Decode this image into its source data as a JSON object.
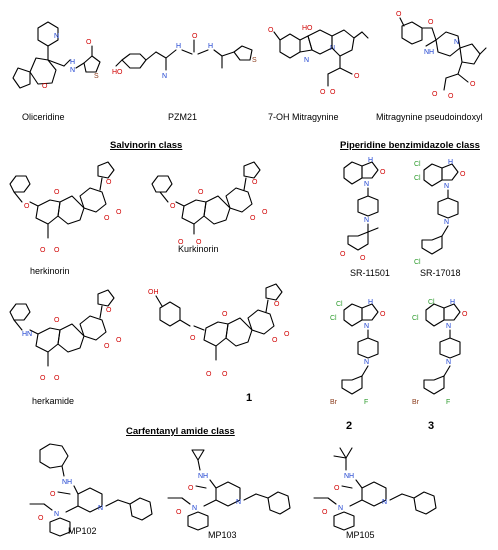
{
  "top_row": {
    "oliceridine": "Oliceridine",
    "pzm21": "PZM21",
    "oh_mitragynine": "7-OH Mitragynine",
    "mitragynine_pseudo": "Mitragynine pseudoindoxyl"
  },
  "classes": {
    "salvinorin": "Salvinorin class",
    "piperidine": "Piperidine benzimidazole class",
    "carfentanyl": "Carfentanyl amide class"
  },
  "salvinorin": {
    "herkinorin": "herkinorin",
    "kurkinorin": "Kurkinorin",
    "herkamide": "herkamide",
    "compound1": "1"
  },
  "piperidine": {
    "sr11501": "SR-11501",
    "sr17018": "SR-17018",
    "compound2": "2",
    "compound3": "3"
  },
  "carfentanyl": {
    "mp102": "MP102",
    "mp103": "MP103",
    "mp105": "MP105"
  },
  "atoms": {
    "n": "N",
    "o": "O",
    "s": "S",
    "hn": "HN",
    "nh": "NH",
    "ho": "HO",
    "oh": "OH",
    "h": "H",
    "cl": "Cl",
    "br": "Br",
    "f": "F"
  }
}
